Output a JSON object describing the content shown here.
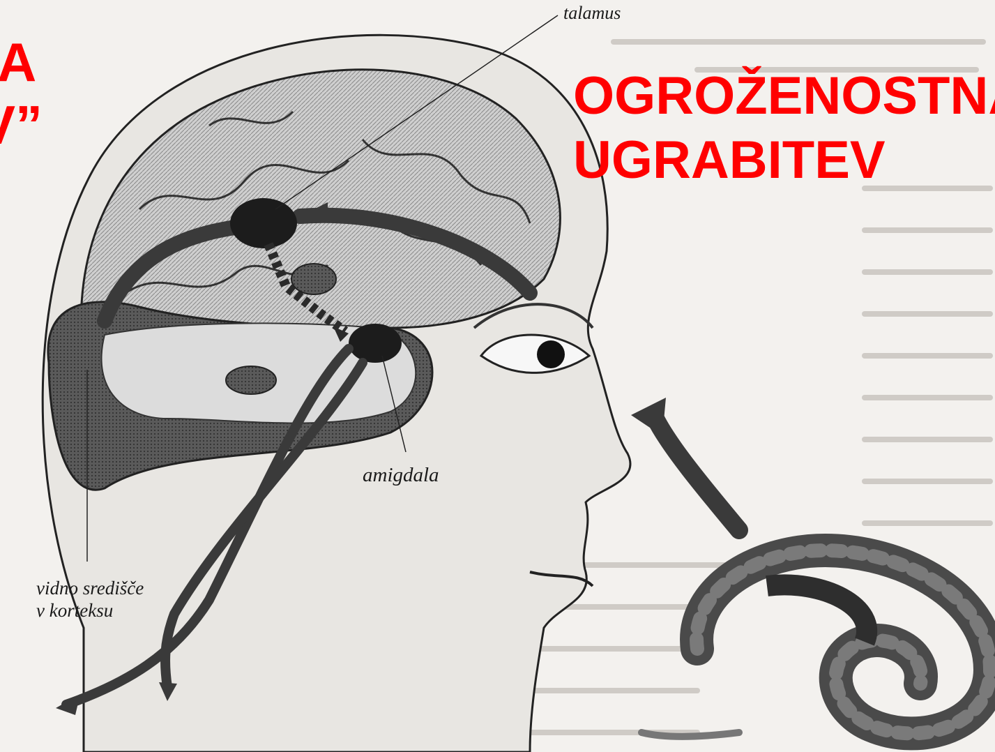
{
  "overlay_text": {
    "clipped_left_line1": "A",
    "clipped_left_line2": "V”",
    "title_line1": "OGROŽENOSTNA",
    "title_line2": "UGRABITEV"
  },
  "labels": {
    "talamus": "talamus",
    "amigdala": "amigdala",
    "vidno_line1": "vidno središče",
    "vidno_line2": "v korteksu"
  },
  "colors": {
    "title_red": "#ff0000",
    "ink": "#1a1a1a",
    "paper": "#f3f1ee"
  }
}
